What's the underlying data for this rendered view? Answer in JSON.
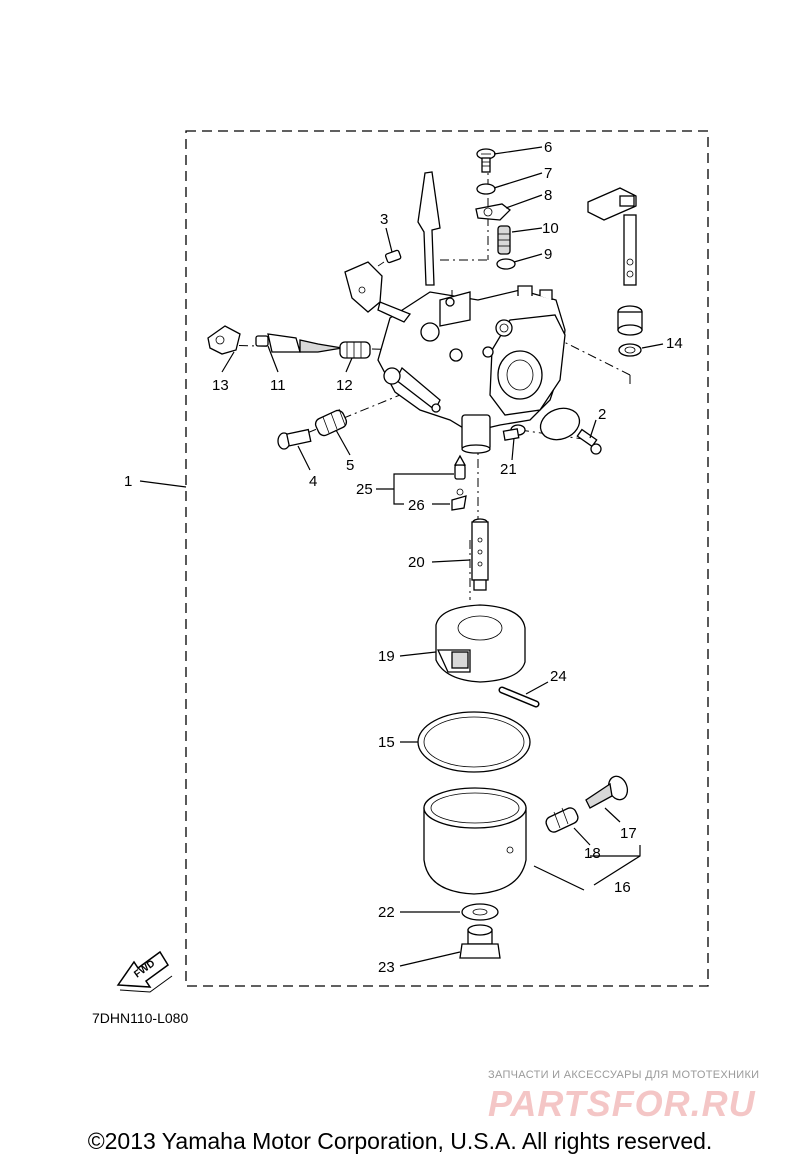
{
  "diagram": {
    "code": "7DHN110-L080",
    "fwd_label": "FWD",
    "callouts": [
      "1",
      "2",
      "3",
      "4",
      "5",
      "6",
      "7",
      "8",
      "9",
      "10",
      "11",
      "12",
      "13",
      "14",
      "15",
      "16",
      "17",
      "18",
      "19",
      "20",
      "21",
      "22",
      "23",
      "24",
      "25",
      "26"
    ]
  },
  "watermark": {
    "caption": "ЗАПЧАСТИ И АКСЕССУАРЫ ДЛЯ МОТОТЕХНИКИ",
    "logo": "PARTSFOR.RU"
  },
  "footer": {
    "copyright": "©2013 Yamaha Motor Corporation, U.S.A. All rights reserved."
  }
}
